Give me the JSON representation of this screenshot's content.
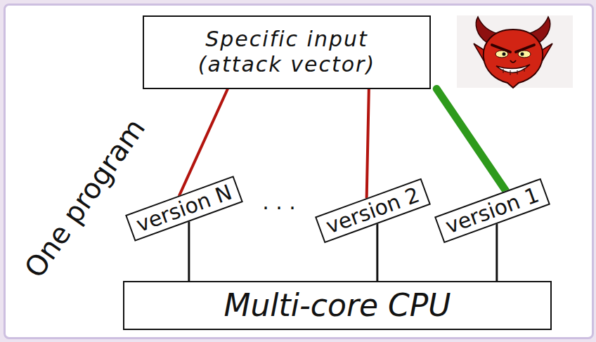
{
  "diagram": {
    "nodes": [
      {
        "text": [
          "Specific input (attack vector)"
        ]
      },
      {
        "text": [
          "version N"
        ]
      },
      {
        "text": [
          "version 2"
        ]
      },
      {
        "text": [
          "version 1"
        ]
      },
      {
        "text": [
          "Multi-core CPU"
        ]
      }
    ],
    "edges": [
      {
        "from": 0,
        "to": 1,
        "arrow": "none"
      },
      {
        "from": 0,
        "to": 2,
        "arrow": "none"
      },
      {
        "from": 0,
        "to": 3,
        "arrow": "none"
      },
      {
        "from": 1,
        "to": 4,
        "arrow": "none"
      },
      {
        "from": 2,
        "to": 4,
        "arrow": "none"
      },
      {
        "from": 3,
        "to": 4,
        "arrow": "none"
      }
    ],
    "labels": [
      "One program",
      ". . ."
    ]
  }
}
